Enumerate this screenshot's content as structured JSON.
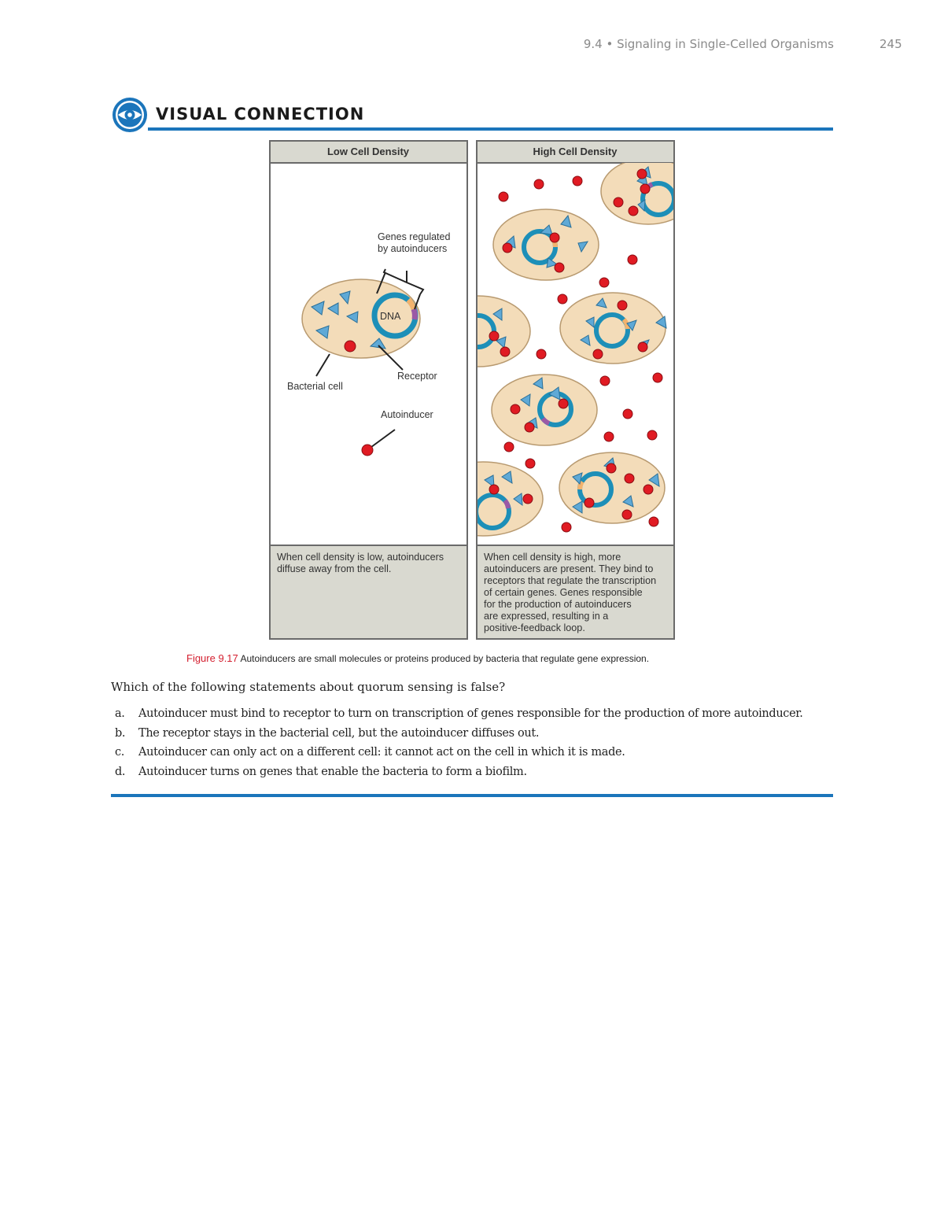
{
  "header": {
    "running_head": "9.4 • Signaling in Single-Celled Organisms",
    "page_number": "245"
  },
  "visual_connection": {
    "title": "VISUAL CONNECTION",
    "icon": "eye-icon",
    "accent_color": "#1b75bb"
  },
  "figure": {
    "left_panel": {
      "title": "Low Cell Density",
      "labels": {
        "genes_line1": "Genes regulated",
        "genes_line2": "by autoinducers",
        "dna": "DNA",
        "bacterial_cell": "Bacterial cell",
        "receptor": "Receptor",
        "autoinducer": "Autoinducer"
      },
      "caption": "When cell density is low, autoinducers\ndiffuse away from the cell."
    },
    "right_panel": {
      "title": "High Cell Density",
      "caption": "When cell density is high, more\nautoinducers are present. They bind to\nreceptors that regulate the transcription\nof certain genes. Genes responsible\nfor the production of autoinducers\nare expressed, resulting in a\npositive-feedback loop."
    },
    "colors": {
      "cell_fill": "#f3dcb9",
      "cell_stroke": "#b89a70",
      "dna": "#1d8fb8",
      "receptor": "#5fa9d6",
      "autoinducer": "#e01b23",
      "caption_bg": "#d9d9d0",
      "frame": "#6a6a6a"
    }
  },
  "figure_caption": {
    "number": "Figure 9.17",
    "text": " Autoinducers are small molecules or proteins produced by bacteria that regulate gene expression."
  },
  "question": {
    "prompt": "Which of the following statements about quorum sensing is false?",
    "options": [
      {
        "letter": "a.",
        "text": "Autoinducer must bind to receptor to turn on transcription of genes responsible for the production of more autoinducer."
      },
      {
        "letter": "b.",
        "text": "The receptor stays in the bacterial cell, but the autoinducer diffuses out."
      },
      {
        "letter": "c.",
        "text": "Autoinducer can only act on a different cell: it cannot act on the cell in which it is made."
      },
      {
        "letter": "d.",
        "text": "Autoinducer turns on genes that enable the bacteria to form a biofilm."
      }
    ]
  }
}
